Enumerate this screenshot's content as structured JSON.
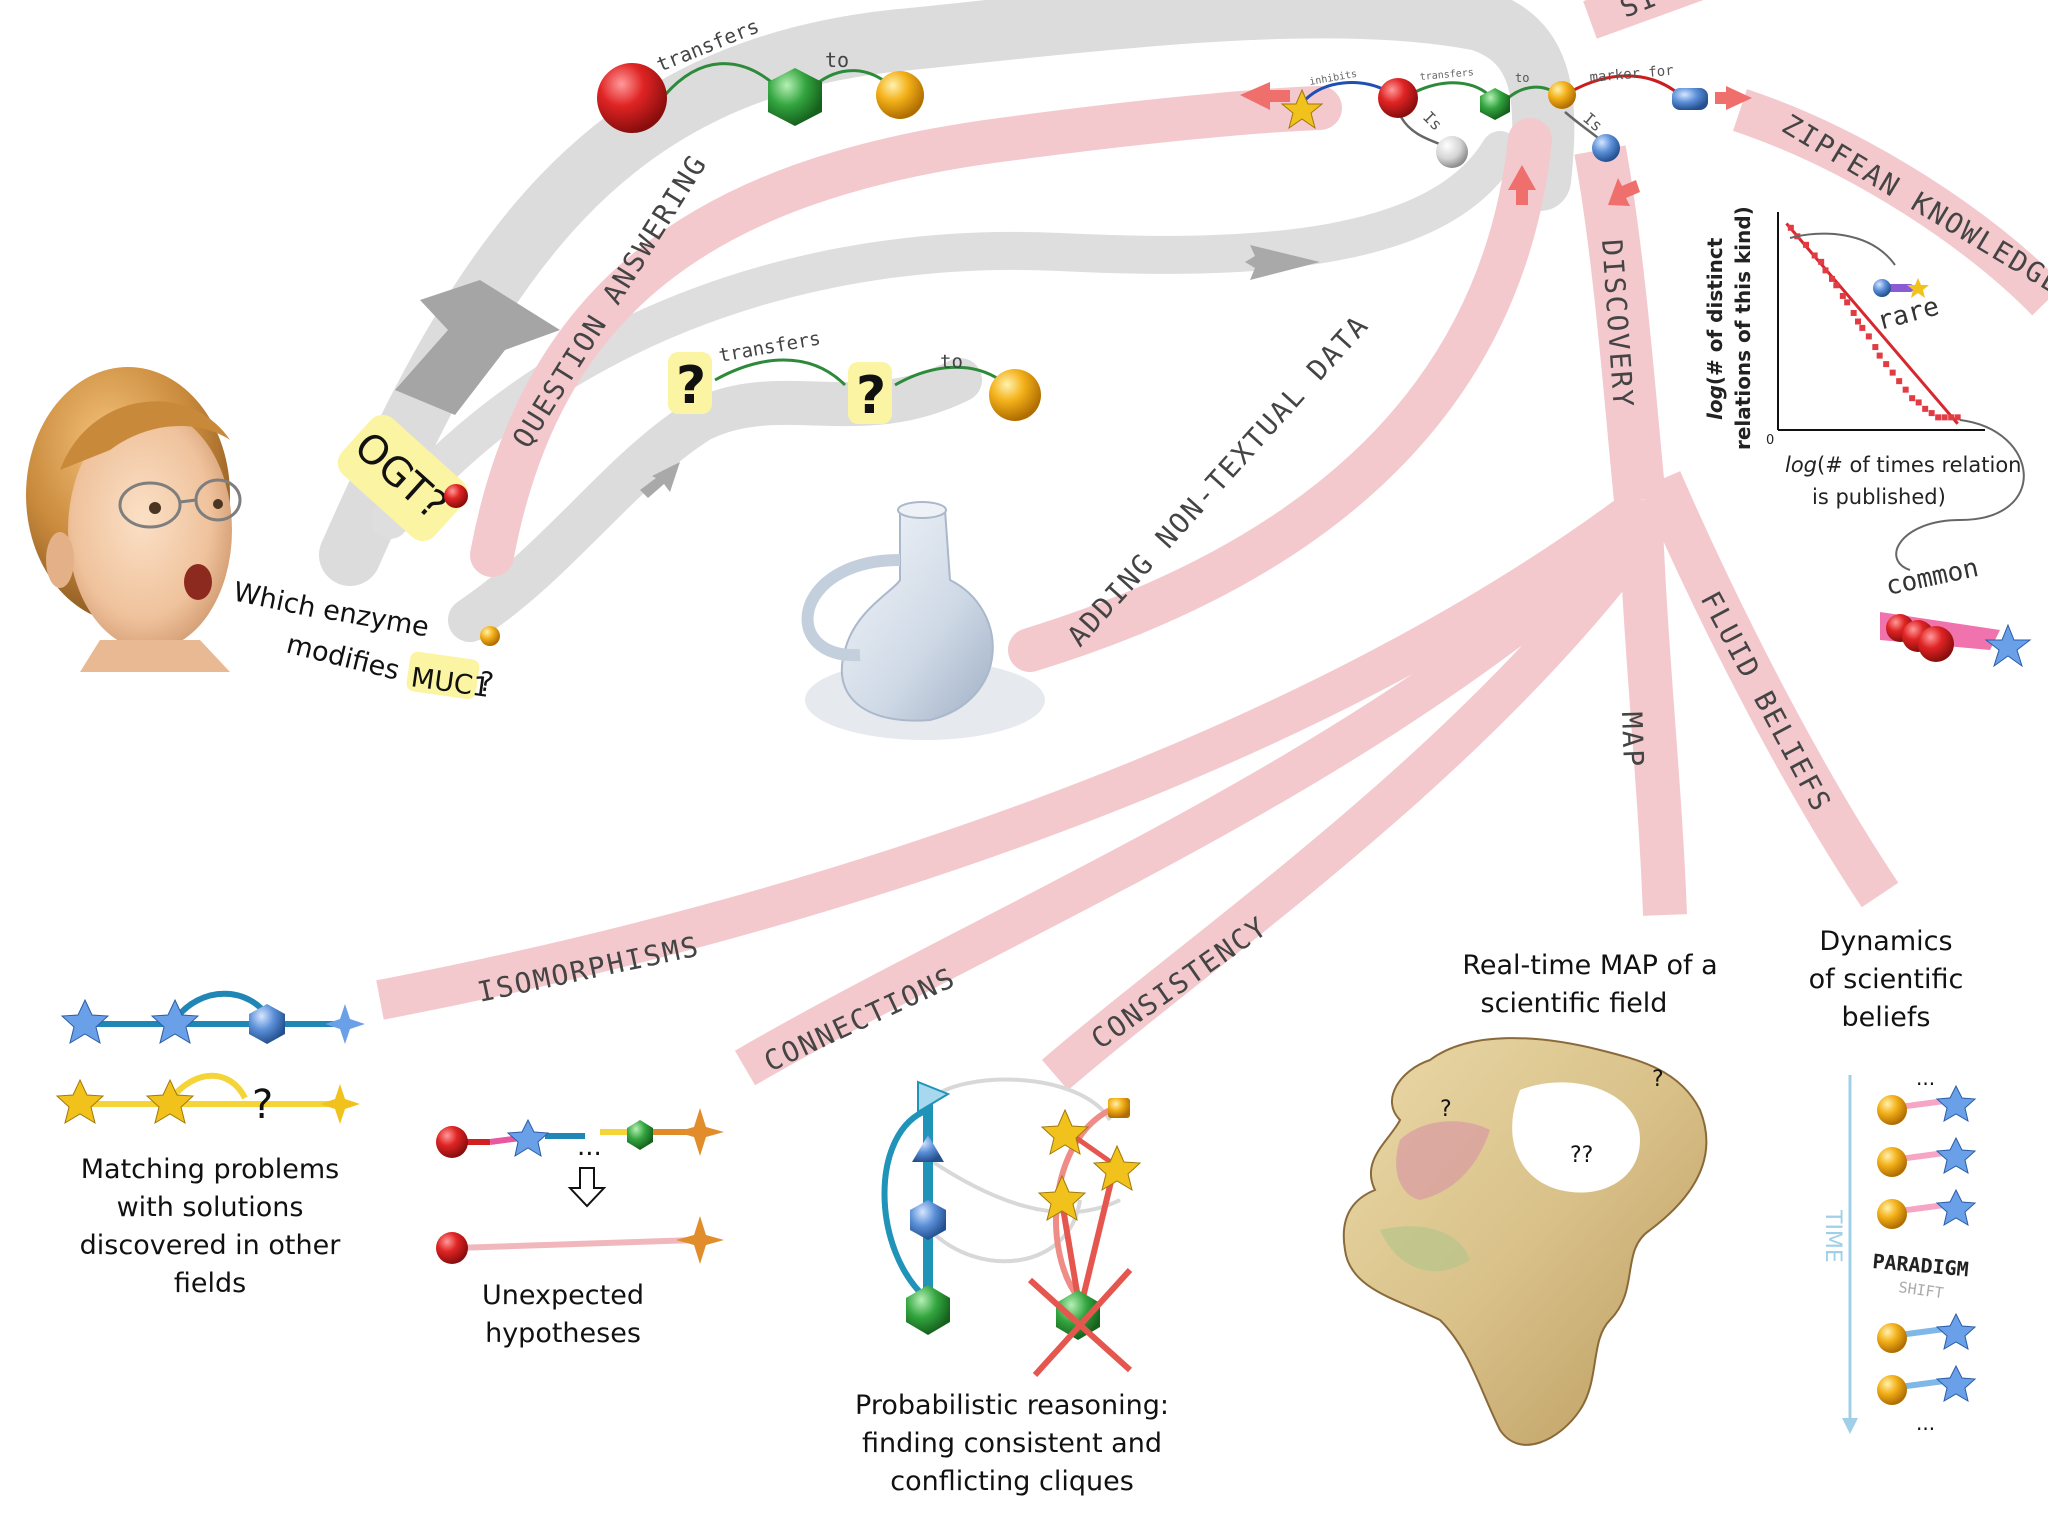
{
  "colors": {
    "flow_pink": "#f3c9cd",
    "flow_gray": "#d9d9d9",
    "arrow_red": "#ef6f6c",
    "arrow_gray": "#a5a5a5",
    "node_red": "#d21f1f",
    "node_green": "#2e9a3a",
    "node_gold": "#f0ad14",
    "node_blue": "#3f78c8",
    "highlight": "#fbf4a2"
  },
  "top_chain": {
    "rel1": "transfers",
    "rel2": "to"
  },
  "query_chain": {
    "unknown1": "?",
    "unknown2": "?",
    "rel1": "transfers",
    "rel2": "to"
  },
  "hub_chain": {
    "rel1": "inhibits",
    "rel2": "transfers",
    "rel3": "to",
    "rel4": "marker for",
    "is1": "Is",
    "is2": "Is"
  },
  "streams": {
    "question_answering": "QUESTION ANSWERING",
    "adding_non_textual": "ADDING NON-TEXTUAL DATA",
    "discovery": "DISCOVERY",
    "zipfean": "ZIPFEAN KNOWLEDGE",
    "fluid_beliefs": "FLUID BELIEFS",
    "map": "MAP",
    "isomorphisms": "ISOMORPHISMS",
    "connections": "CONNECTIONS",
    "consistency": "CONSISTENCY",
    "top_cut": "SI"
  },
  "question": {
    "w1": "Which",
    "w2": "enzyme",
    "w3": "modifies",
    "w4": "MUC1",
    "w5": "?",
    "answer": "OGT?"
  },
  "zipf_chart": {
    "ylabel_italic": "log",
    "ylabel_rest": "(# of distinct",
    "ylabel_line2": "relations  of this kind)",
    "xlabel_italic": "log",
    "xlabel_rest": "(# of times relation",
    "xlabel_line2": "is published)",
    "origin": "0",
    "rare": "rare",
    "common": "common"
  },
  "chart_data": {
    "type": "scatter",
    "xlabel": "log(# of times relation is published)",
    "ylabel": "log(# of distinct relations of this kind)",
    "x": [
      0.5,
      0.8,
      1.2,
      1.6,
      1.9,
      2.1,
      2.4,
      2.6,
      2.9,
      3.1,
      3.4,
      3.6,
      3.8,
      4.1,
      4.4,
      4.6,
      4.9,
      5.2,
      5.5,
      5.8,
      6.1,
      6.4,
      6.7,
      7.0,
      7.3,
      7.6,
      7.9,
      8.2
    ],
    "y": [
      9.4,
      9.0,
      8.6,
      8.1,
      7.8,
      7.4,
      7.0,
      6.7,
      6.2,
      5.9,
      5.4,
      5.0,
      4.7,
      4.3,
      3.8,
      3.4,
      3.0,
      2.6,
      2.2,
      1.8,
      1.4,
      1.2,
      0.9,
      0.7,
      0.5,
      0.5,
      0.5,
      0.5
    ],
    "trend": {
      "x": [
        0.3,
        8.2
      ],
      "y": [
        9.6,
        0.2
      ]
    },
    "xlim": [
      0,
      9
    ],
    "ylim": [
      0,
      10
    ]
  },
  "captions": {
    "matching": [
      "Matching problems",
      "with solutions",
      "discovered in other",
      "fields"
    ],
    "unexpected": [
      "Unexpected",
      "hypotheses"
    ],
    "probabilistic": [
      "Probabilistic reasoning:",
      "finding consistent and",
      "conflicting cliques"
    ],
    "map_title": [
      "Real-time MAP of a",
      "scientific field"
    ],
    "dynamics": [
      "Dynamics",
      "of scientific",
      "beliefs"
    ]
  },
  "isomorph": {
    "q": "?"
  },
  "hypo": {
    "dots": "..."
  },
  "map_marks": {
    "q1": "?",
    "q2": "?",
    "q3": "??"
  },
  "timeline": {
    "time": "TIME",
    "paradigm": "PARADIGM",
    "shift": "SHIFT",
    "dots_top": "...",
    "dots_bottom": "..."
  }
}
